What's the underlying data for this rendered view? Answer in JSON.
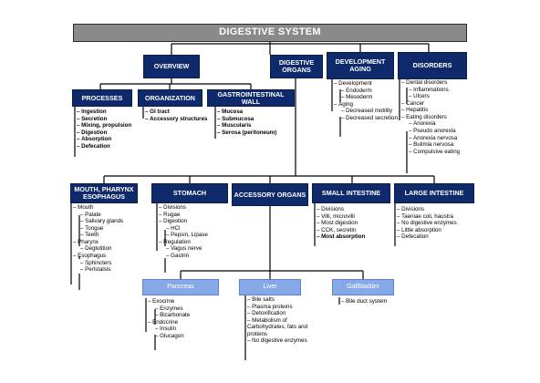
{
  "title": "DIGESTIVE SYSTEM",
  "top": {
    "overview": "OVERVIEW",
    "digestive_organs": "DIGESTIVE ORGANS",
    "development_aging": "DEVELOPMENT AGING",
    "disorders": "DISORDERS"
  },
  "overview": {
    "processes": {
      "label": "PROCESSES",
      "items": [
        "Ingestion",
        "Secretion",
        "Mixing, propulsion",
        "Digestion",
        "Absorption",
        "Defecation"
      ]
    },
    "organization": {
      "label": "ORGANIZATION",
      "items": [
        "GI tract",
        "Accessory structures"
      ]
    },
    "gi_wall": {
      "label": "GASTROINTESTINAL WALL",
      "items": [
        "Mucosa",
        "Submucosa",
        "Muscularis",
        "Serosa (peritoneum)"
      ]
    }
  },
  "development": {
    "items": [
      {
        "text": "Development",
        "level": 1
      },
      {
        "text": "Endoderm",
        "level": 2
      },
      {
        "text": "Mesoderm",
        "level": 2
      },
      {
        "text": "Aging",
        "level": 1
      },
      {
        "text": "Decreased motility",
        "level": 2
      },
      {
        "text": "Decreased secretion",
        "level": 2
      }
    ]
  },
  "disorders": {
    "items": [
      {
        "text": "Dental disorders",
        "level": 1
      },
      {
        "text": "Inflammations",
        "level": 2
      },
      {
        "text": "Ulcers",
        "level": 2
      },
      {
        "text": "Cancer",
        "level": 1
      },
      {
        "text": "Hepatitis",
        "level": 1
      },
      {
        "text": "Eating disorders",
        "level": 1
      },
      {
        "text": "Anorexia",
        "level": 2
      },
      {
        "text": "Pseudo anorexia",
        "level": 2
      },
      {
        "text": "Anorexia nervosa",
        "level": 2
      },
      {
        "text": "Bulimia nervosa",
        "level": 2
      },
      {
        "text": "Compulsive eating",
        "level": 2
      }
    ]
  },
  "organs": {
    "mouth": {
      "label": "MOUTH, PHARYNX ESOPHAGUS",
      "items": [
        {
          "text": "Mouth",
          "level": 1
        },
        {
          "text": "Palate",
          "level": 2
        },
        {
          "text": "Salivary glands",
          "level": 2
        },
        {
          "text": "Tongue",
          "level": 2
        },
        {
          "text": "Teeth",
          "level": 2
        },
        {
          "text": "Pharynx",
          "level": 1
        },
        {
          "text": "Deglutition",
          "level": 2
        },
        {
          "text": "Esophagus",
          "level": 1
        },
        {
          "text": "Sphincters",
          "level": 2
        },
        {
          "text": "Peristalsis",
          "level": 2
        }
      ]
    },
    "stomach": {
      "label": "STOMACH",
      "items": [
        {
          "text": "Divisions",
          "level": 1
        },
        {
          "text": "Rugae",
          "level": 1
        },
        {
          "text": "Digestion",
          "level": 1
        },
        {
          "text": "HCl",
          "level": 2
        },
        {
          "text": "Pepsin, Lipase",
          "level": 2
        },
        {
          "text": "Regulation",
          "level": 1
        },
        {
          "text": "Vagus nerve",
          "level": 2
        },
        {
          "text": "Gastrin",
          "level": 2
        }
      ]
    },
    "accessory": {
      "label": "ACCESSORY ORGANS"
    },
    "small": {
      "label": "SMALL INTESTINE",
      "items": [
        {
          "text": "Divisions",
          "level": 1
        },
        {
          "text": "Villi, microvilli",
          "level": 1
        },
        {
          "text": "Most digestion",
          "level": 1
        },
        {
          "text": "CCK, secretin",
          "level": 1
        },
        {
          "text": "Most absorption",
          "level": 1,
          "bold": true
        }
      ]
    },
    "large": {
      "label": "LARGE INTESTINE",
      "items": [
        {
          "text": "Divisions",
          "level": 1
        },
        {
          "text": "Taeniae coli, haustra",
          "level": 1
        },
        {
          "text": "No digestive enzymes",
          "level": 1
        },
        {
          "text": "Little absorption",
          "level": 1
        },
        {
          "text": "Defecation",
          "level": 1
        }
      ]
    }
  },
  "accessory_sub": {
    "pancreas": {
      "label": "Pancreas",
      "items": [
        {
          "text": "Exocrine",
          "level": 1
        },
        {
          "text": "Enzymes",
          "level": 2
        },
        {
          "text": "Bicarbonate",
          "level": 2
        },
        {
          "text": "Endocrine",
          "level": 1
        },
        {
          "text": "Insulin",
          "level": 2
        },
        {
          "text": "Glucagon",
          "level": 2
        }
      ]
    },
    "liver": {
      "label": "Liver",
      "items": [
        {
          "text": "Bile salts",
          "level": 1
        },
        {
          "text": "Plasma proteins",
          "level": 1
        },
        {
          "text": "Detoxification",
          "level": 1
        },
        {
          "text": "Metabolism of Carbohydrates, fats and proteins",
          "level": 1
        },
        {
          "text": "No digestive enzymes",
          "level": 1
        }
      ]
    },
    "gallbladder": {
      "label": "Gallbladder",
      "items": [
        {
          "text": "Bile duct system",
          "level": 1
        }
      ]
    }
  }
}
